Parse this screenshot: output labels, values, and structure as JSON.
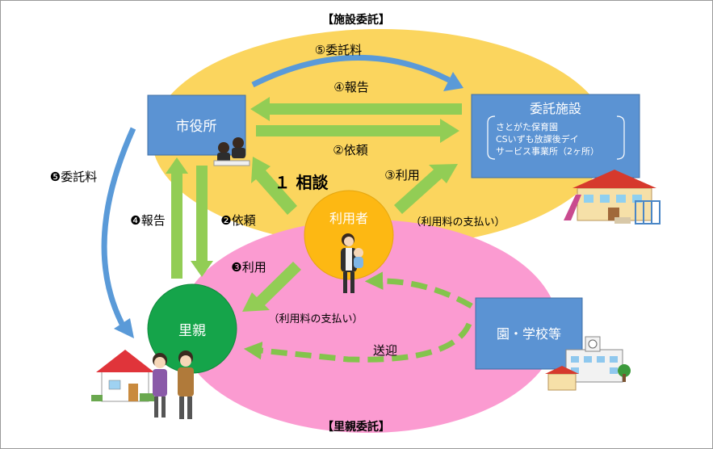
{
  "labels": {
    "top_section": "【施設委託】",
    "bottom_section": "【里親委託】",
    "city_office": "市役所",
    "facility_title": "委託施設",
    "facility_items": [
      "さとがた保育園",
      "CSいずも放課後デイ",
      "サービス事業所（2ヶ所）"
    ],
    "user": "利用者",
    "foster_parent": "里親",
    "school": "園・学校等",
    "fee_top": "⑤委託料",
    "report_top": "④報告",
    "request_top": "②依頼",
    "use_top": "③利用",
    "payment_top": "（利用料の支払い）",
    "consult": "１ 相談",
    "fee_left": "❺委託料",
    "report_left": "❹報告",
    "request_left": "❷依頼",
    "use_left": "❸利用",
    "payment_left": "（利用料の支払い）",
    "transfer": "送迎"
  },
  "colors": {
    "yellow_ellipse": "#fbd55e",
    "pink_ellipse": "#fb9bd1",
    "box_blue": "#5b93d3",
    "arrow_green": "#92cd55",
    "arrow_blue": "#5a9ad8",
    "user_circle": "#fdb813",
    "foster_circle": "#15a44a"
  }
}
